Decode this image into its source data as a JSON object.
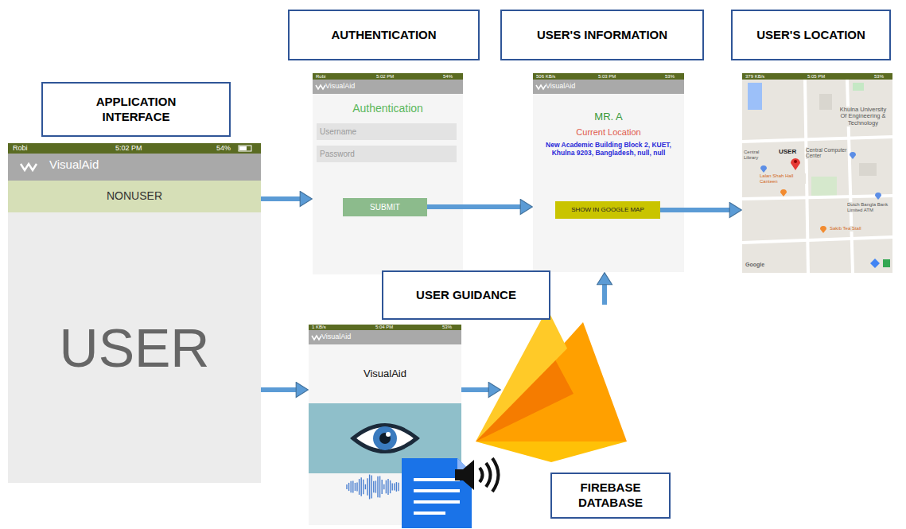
{
  "diagram": {
    "nodes": [
      {
        "text": [
          "APPLICATION INTERFACE"
        ]
      },
      {
        "text": [
          "Robi",
          "5:02 PM",
          "54%",
          "VisualAid"
        ]
      },
      {
        "text": [
          "NONUSER"
        ],
        "in": 1
      },
      {
        "text": [
          "USER"
        ],
        "in": 1
      },
      {
        "text": [
          "AUTHENTICATION"
        ]
      },
      {
        "text": [
          "Robi",
          "5:02 PM",
          "54%",
          "VisualAid",
          "Authentication"
        ]
      },
      {
        "text": [
          "Username"
        ],
        "in": 5
      },
      {
        "text": [
          "Password"
        ],
        "in": 5
      },
      {
        "text": [
          "SUBMIT"
        ],
        "in": 5
      },
      {
        "text": [
          "USER'S INFORMATION"
        ]
      },
      {
        "text": [
          "506 KB/s",
          "5:03 PM",
          "53%",
          "VisualAid",
          "MR. A",
          "Current Location",
          "New Academic Building Block 2, KUET, Khulna 9203, Bangladesh, null, null"
        ]
      },
      {
        "text": [
          "SHOW IN GOOGLE MAP"
        ],
        "in": 10
      },
      {
        "text": [
          "USER'S LOCATION"
        ]
      },
      {
        "text": [
          "379 KB/s",
          "5:05 PM",
          "53%",
          "Khulna University Of Engineering & Technology",
          "USER",
          "Central Computer Center",
          "Central Library",
          "Lalan Shah Hall Canteen",
          "Dutch Bangla Bank Limited ATM",
          "Sakib Tea Stall",
          "Google"
        ]
      },
      {
        "text": [
          "USER GUIDANCE"
        ]
      },
      {
        "text": [
          "1 KB/s",
          "5:04 PM",
          "53%",
          "VisualAid",
          "VisualAid"
        ]
      },
      {
        "text": [
          "FIREBASE DATABASE"
        ]
      }
    ],
    "edges": [
      {
        "from": 2,
        "to": 5,
        "arrow": "to"
      },
      {
        "from": 8,
        "to": 10,
        "arrow": "to"
      },
      {
        "from": 11,
        "to": 13,
        "arrow": "to"
      },
      {
        "from": 3,
        "to": 15,
        "arrow": "to"
      },
      {
        "from": 15,
        "to": 16,
        "arrow": "to"
      },
      {
        "from": 16,
        "to": 10,
        "arrow": "to"
      }
    ]
  }
}
